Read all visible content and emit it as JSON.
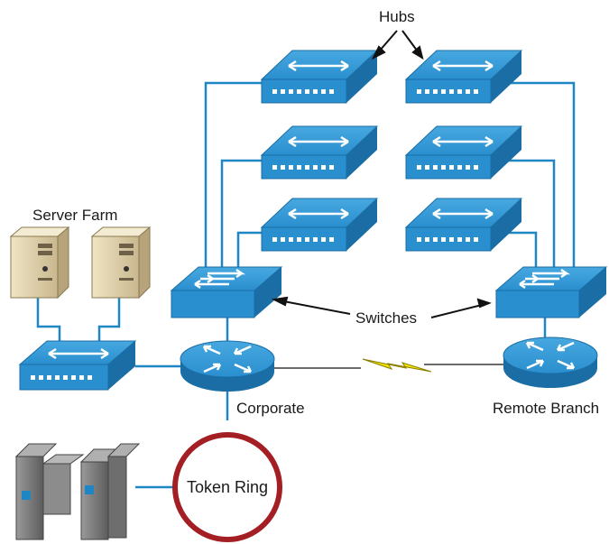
{
  "labels": {
    "hubs": "Hubs",
    "server_farm": "Server Farm",
    "switches": "Switches",
    "corporate": "Corporate",
    "remote_branch": "Remote Branch",
    "token_ring": "Token Ring"
  },
  "colors": {
    "device_blue": "#2a8fcf",
    "device_dark": "#1b6ea5",
    "link": "#1f86c4",
    "wan_bolt": "#f2e600",
    "ring_border": "#a31f24"
  }
}
